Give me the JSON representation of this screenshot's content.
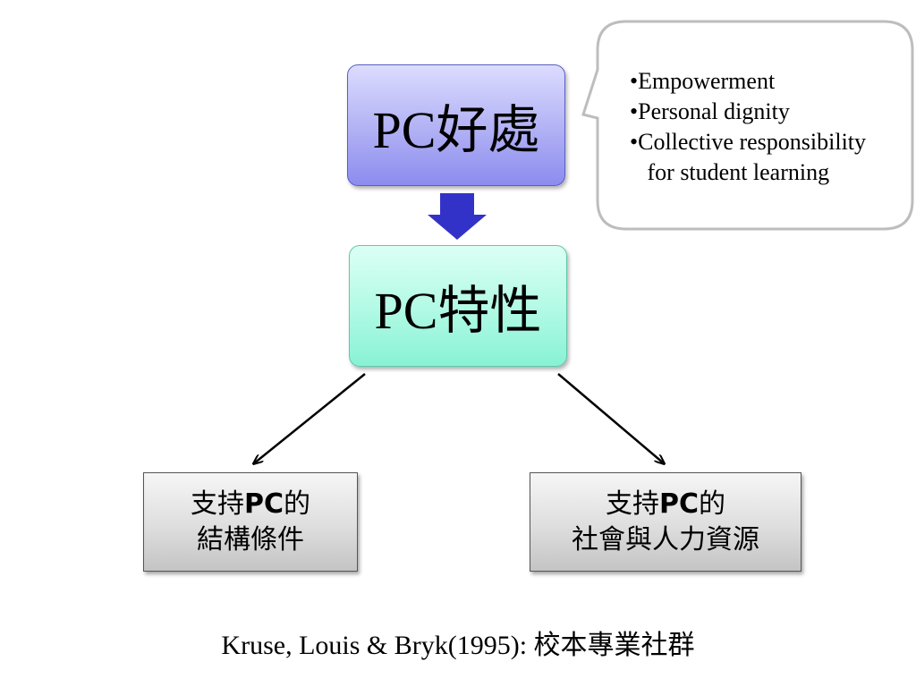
{
  "diagram": {
    "top_box": {
      "text": "PC好處"
    },
    "middle_box": {
      "text": "PC特性"
    },
    "left_box": {
      "line1_pre": "支持",
      "line1_pc": "PC",
      "line1_post": "的",
      "line2": "結構條件"
    },
    "right_box": {
      "line1_pre": "支持",
      "line1_pc": "PC",
      "line1_post": "的",
      "line2": "社會與人力資源"
    },
    "callout": {
      "items": [
        "•Empowerment",
        "•Personal dignity",
        "•Collective responsibility",
        "   for student learning"
      ]
    },
    "citation": "Kruse, Louis & Bryk(1995): 校本專業社群"
  },
  "colors": {
    "down_arrow": "#3232c8",
    "connector": "#000000",
    "callout_border": "#bdbdbd"
  }
}
